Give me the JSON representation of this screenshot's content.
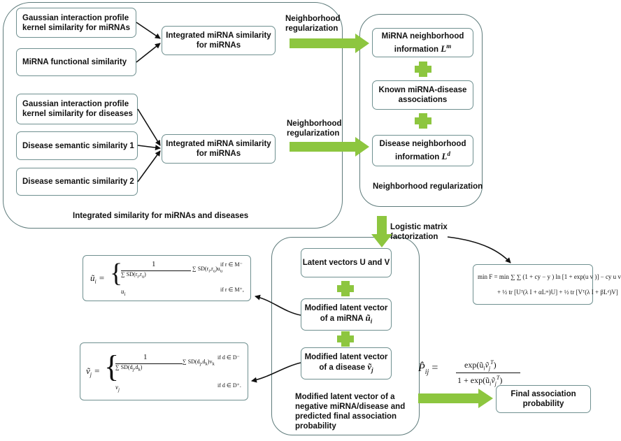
{
  "left_panel": {
    "caption": "Integrated similarity for miRNAs and diseases",
    "gip_mirna": "Gaussian interaction profile kernel similarity for miRNAs",
    "mirna_functional": "MiRNA functional similarity",
    "integrated_top": "Integrated miRNA similarity for miRNAs",
    "gip_disease": "Gaussian interaction profile kernel similarity for diseases",
    "disease_semantic_1": "Disease semantic similarity 1",
    "disease_semantic_2": "Disease semantic similarity 2",
    "integrated_bottom": "Integrated miRNA similarity for miRNAs"
  },
  "arrows": {
    "neighborhood_top": "Neighborhood regularization",
    "neighborhood_bottom": "Neighborhood regularization",
    "logistic": "Logistic matrix factorization"
  },
  "right_panel": {
    "caption": "Neighborhood regularization",
    "mirna_neighborhood": "MiRNA neighborhood information",
    "mirna_symbol": "L",
    "mirna_sup": "m",
    "known_associations": "Known miRNA-disease associations",
    "disease_neighborhood": "Disease neighborhood information",
    "disease_symbol": "L",
    "disease_sup": "d"
  },
  "bottom_panel": {
    "latent_vectors": "Latent vectors U and V",
    "modified_mirna": "Modified latent vector of a miRNA",
    "mirna_vec_symbol": "ũ",
    "mirna_vec_sub": "i",
    "modified_disease": "Modified latent vector of a disease",
    "disease_vec_symbol": "ṽ",
    "disease_vec_sub": "j",
    "caption": "Modified latent vector of a negative miRNA/disease and predicted final association probability"
  },
  "final": {
    "label": "Final association probability",
    "phat": "P̂",
    "phat_sub": "ij",
    "numerator": "exp(ũ",
    "denominator": "1 + exp(ũ"
  },
  "formulas": {
    "objective_line1": "min F = min ∑ ∑ (1 + cy  − y ) ln [1 + exp(u v  )] − cy  u v",
    "objective_line2": "+ ½ tr [Uᵀ(λ I + αLᵐ)U] + ½ tr [Vᵀ(λ I + βLᵈ)V]",
    "u_tilde_case1": "if r ∈ M⁻",
    "u_tilde_case2": "if r ∈ M⁺,",
    "v_tilde_case1": "if d ∈ D⁻",
    "v_tilde_case2": "if d ∈ D⁺."
  },
  "colors": {
    "green_arrow": "#8dc63f",
    "border": "#6f9090",
    "panel_border": "#5e7b7b"
  }
}
